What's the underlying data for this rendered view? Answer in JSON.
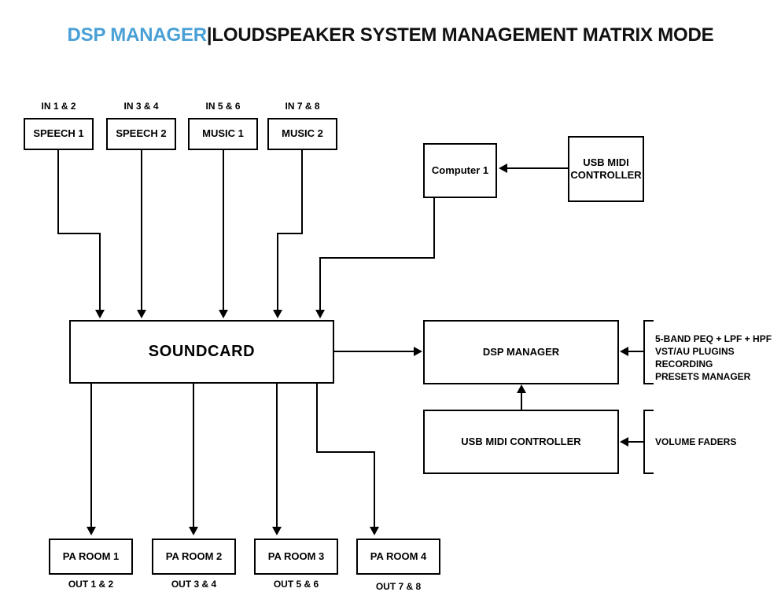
{
  "title": {
    "brand": "DSP MANAGER",
    "separator": "|",
    "rest": "LOUDSPEAKER SYSTEM MANAGEMENT MATRIX MODE",
    "brand_color": "#49A0D6",
    "text_color": "#111111"
  },
  "inputs": [
    {
      "channel": "IN 1 & 2",
      "name": "SPEECH 1"
    },
    {
      "channel": "IN 3 & 4",
      "name": "SPEECH 2"
    },
    {
      "channel": "IN 5 & 6",
      "name": "MUSIC 1"
    },
    {
      "channel": "IN 7 & 8",
      "name": "MUSIC 2"
    }
  ],
  "nodes": {
    "computer": "Computer 1",
    "usb_midi_top": "USB MIDI\nCONTROLLER",
    "usb_midi_top_line1": "USB MIDI",
    "usb_midi_top_line2": "CONTROLLER",
    "soundcard": "SOUNDCARD",
    "dsp_manager": "DSP MANAGER",
    "usb_midi_bottom": "USB MIDI CONTROLLER"
  },
  "annotations": {
    "dsp_features": [
      "5-BAND PEQ + LPF + HPF",
      "VST/AU PLUGINS",
      "RECORDING",
      "PRESETS MANAGER"
    ],
    "midi_feature": "VOLUME FADERS"
  },
  "outputs": [
    {
      "name": "PA ROOM 1",
      "channel": "OUT 1 & 2"
    },
    {
      "name": "PA ROOM 2",
      "channel": "OUT 3 & 4"
    },
    {
      "name": "PA ROOM 3",
      "channel": "OUT 5 & 6"
    },
    {
      "name": "PA ROOM 4",
      "channel": "OUT 7 & 8"
    }
  ]
}
